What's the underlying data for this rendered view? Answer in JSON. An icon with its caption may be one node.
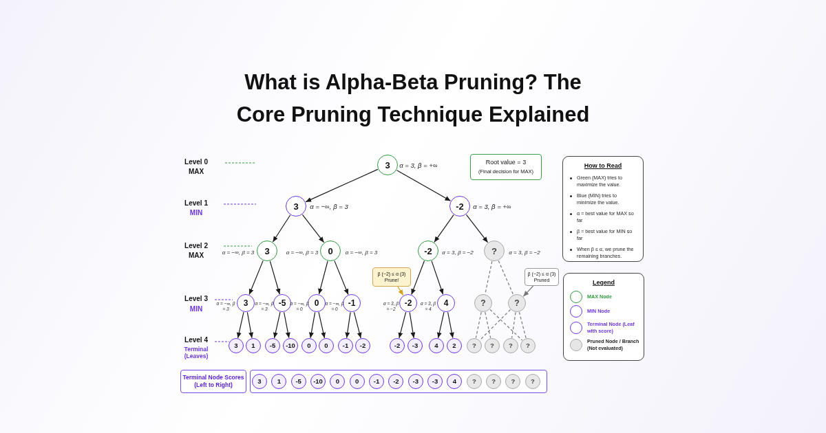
{
  "diagram": {
    "title": "What is Alpha-Beta Pruning? The Core Pruning Technique Explained",
    "nodes": [
      {
        "text": [
          "3"
        ],
        "beside": [
          "α = 3,  β = +∞"
        ]
      },
      {
        "text": [
          "3"
        ],
        "beside": [
          "α = −∞,  β = 3"
        ]
      },
      {
        "text": [
          "-2"
        ],
        "beside": [
          "α = 3,  β = +∞"
        ]
      },
      {
        "text": [
          "3"
        ],
        "beside": [
          "α = −∞,  β = 3"
        ]
      },
      {
        "text": [
          "0"
        ],
        "beside": [
          "α = −∞,  β = 3",
          "α = −∞,  β = 3"
        ]
      },
      {
        "text": [
          "-2"
        ],
        "beside": [
          "α = 3,  β = −2"
        ]
      },
      {
        "text": [
          "?"
        ],
        "beside": [
          "α = 3,  β = −2"
        ]
      },
      {
        "text": [
          "3"
        ],
        "beside": [
          "α = −∞, β = 3"
        ]
      },
      {
        "text": [
          "-5"
        ],
        "beside": [
          "α = −∞, β = 3"
        ]
      },
      {
        "text": [
          "0"
        ],
        "beside": [
          "α = −∞, β = 0"
        ]
      },
      {
        "text": [
          "-1"
        ],
        "beside": [
          "α = −∞, β = 0"
        ]
      },
      {
        "text": [
          "-2"
        ],
        "beside": [
          "α = 3, β = −2"
        ]
      },
      {
        "text": [
          "4"
        ],
        "beside": [
          "α = 3, β = 4"
        ]
      },
      {
        "text": [
          "?"
        ]
      },
      {
        "text": [
          "?"
        ]
      },
      {
        "text": [
          "3"
        ]
      },
      {
        "text": [
          "1"
        ]
      },
      {
        "text": [
          "-5"
        ]
      },
      {
        "text": [
          "-10"
        ]
      },
      {
        "text": [
          "0"
        ]
      },
      {
        "text": [
          "0"
        ]
      },
      {
        "text": [
          "-1"
        ]
      },
      {
        "text": [
          "-2"
        ]
      },
      {
        "text": [
          "-2"
        ]
      },
      {
        "text": [
          "-3"
        ]
      },
      {
        "text": [
          "4"
        ]
      },
      {
        "text": [
          "2"
        ]
      },
      {
        "text": [
          "?"
        ]
      },
      {
        "text": [
          "?"
        ]
      },
      {
        "text": [
          "?"
        ]
      },
      {
        "text": [
          "?"
        ]
      },
      {
        "text": [
          "β (−2) ≤ α (3)",
          "Prune!"
        ]
      },
      {
        "text": [
          "β (−2) ≤ α (3)",
          "Pruned"
        ]
      },
      {
        "text": [
          "Root value = 3",
          "(Final decision for MAX)"
        ]
      },
      {
        "text": [
          "How to Read",
          "Green (MAX) tries to maximize the value.",
          "Blue (MIN) tries to minimize the value.",
          "α = best value for MAX so far",
          "β = best value for MIN so far",
          "When β ≤ α, we prune the remaining branches."
        ]
      },
      {
        "text": [
          "Terminal Node Scores (Left to Right)"
        ]
      },
      {
        "text": [],
        "shape": "box"
      },
      {
        "text": [
          "3"
        ],
        "in": 36
      },
      {
        "text": [
          "1"
        ],
        "in": 36
      },
      {
        "text": [
          "-5"
        ],
        "in": 36
      },
      {
        "text": [
          "-10"
        ],
        "in": 36
      },
      {
        "text": [
          "0"
        ],
        "in": 36
      },
      {
        "text": [
          "0"
        ],
        "in": 36
      },
      {
        "text": [
          "-1"
        ],
        "in": 36
      },
      {
        "text": [
          "-2"
        ],
        "in": 36
      },
      {
        "text": [
          "-3"
        ],
        "in": 36
      },
      {
        "text": [
          "-3"
        ],
        "in": 36
      },
      {
        "text": [
          "4"
        ],
        "in": 36
      },
      {
        "text": [
          "?"
        ],
        "in": 36
      },
      {
        "text": [
          "?"
        ],
        "in": 36
      },
      {
        "text": [
          "?"
        ],
        "in": 36
      },
      {
        "text": [
          "?"
        ],
        "in": 36
      }
    ],
    "edges": [
      {
        "from": 0,
        "to": 1,
        "arrow": "to"
      },
      {
        "from": 0,
        "to": 2,
        "arrow": "to"
      },
      {
        "from": 1,
        "to": 3,
        "arrow": "to"
      },
      {
        "from": 1,
        "to": 4,
        "arrow": "to"
      },
      {
        "from": 2,
        "to": 5,
        "arrow": "to"
      },
      {
        "from": 2,
        "to": 6,
        "arrow": "to"
      },
      {
        "from": 3,
        "to": 7,
        "arrow": "to"
      },
      {
        "from": 3,
        "to": 8,
        "arrow": "to"
      },
      {
        "from": 4,
        "to": 9,
        "arrow": "to"
      },
      {
        "from": 4,
        "to": 10,
        "arrow": "to"
      },
      {
        "from": 5,
        "to": 11,
        "arrow": "to"
      },
      {
        "from": 5,
        "to": 12,
        "arrow": "to"
      },
      {
        "from": 6,
        "to": 13,
        "arrow": "none",
        "style": "dashed",
        "color": "#777777"
      },
      {
        "from": 6,
        "to": 14,
        "arrow": "none",
        "style": "dashed",
        "color": "#777777"
      },
      {
        "from": 7,
        "to": 15,
        "arrow": "to"
      },
      {
        "from": 7,
        "to": 16,
        "arrow": "to"
      },
      {
        "from": 8,
        "to": 17,
        "arrow": "to"
      },
      {
        "from": 8,
        "to": 18,
        "arrow": "to"
      },
      {
        "from": 9,
        "to": 19,
        "arrow": "to"
      },
      {
        "from": 9,
        "to": 20,
        "arrow": "to"
      },
      {
        "from": 10,
        "to": 21,
        "arrow": "to"
      },
      {
        "from": 10,
        "to": 22,
        "arrow": "to"
      },
      {
        "from": 11,
        "to": 23,
        "arrow": "to"
      },
      {
        "from": 11,
        "to": 24,
        "arrow": "to"
      },
      {
        "from": 12,
        "to": 25,
        "arrow": "to"
      },
      {
        "from": 12,
        "to": 26,
        "arrow": "to"
      },
      {
        "from": 13,
        "to": 27,
        "arrow": "none",
        "style": "dashed",
        "color": "#777777"
      },
      {
        "from": 13,
        "to": 28,
        "arrow": "none",
        "style": "dashed",
        "color": "#777777"
      },
      {
        "from": 13,
        "to": 30,
        "arrow": "none",
        "style": "dashed",
        "color": "#777777"
      },
      {
        "from": 14,
        "to": 27,
        "arrow": "none",
        "style": "dashed",
        "color": "#777777"
      },
      {
        "from": 14,
        "to": 29,
        "arrow": "none",
        "style": "dashed",
        "color": "#777777"
      },
      {
        "from": 14,
        "to": 30,
        "arrow": "none",
        "style": "dashed",
        "color": "#777777"
      },
      {
        "from": 31,
        "to": 11,
        "arrow": "to",
        "color": "#d4a017"
      },
      {
        "from": 32,
        "to": 14,
        "arrow": "to",
        "color": "#777777"
      }
    ],
    "labels": [
      "Level 0",
      "MAX",
      "Level 1",
      "MIN",
      "Level 2",
      "MAX",
      "Level 3",
      "MIN",
      "Level 4",
      "Terminal (Leaves)",
      "Legend"
    ],
    "legend": [
      {
        "text": "MAX Node"
      },
      {
        "text": "MIN Node"
      },
      {
        "text": "Terminal Node (Leaf with score)"
      },
      {
        "text": "Pruned Node / Branch (Not evaluated)",
        "color": "#e6e6e6"
      }
    ]
  }
}
